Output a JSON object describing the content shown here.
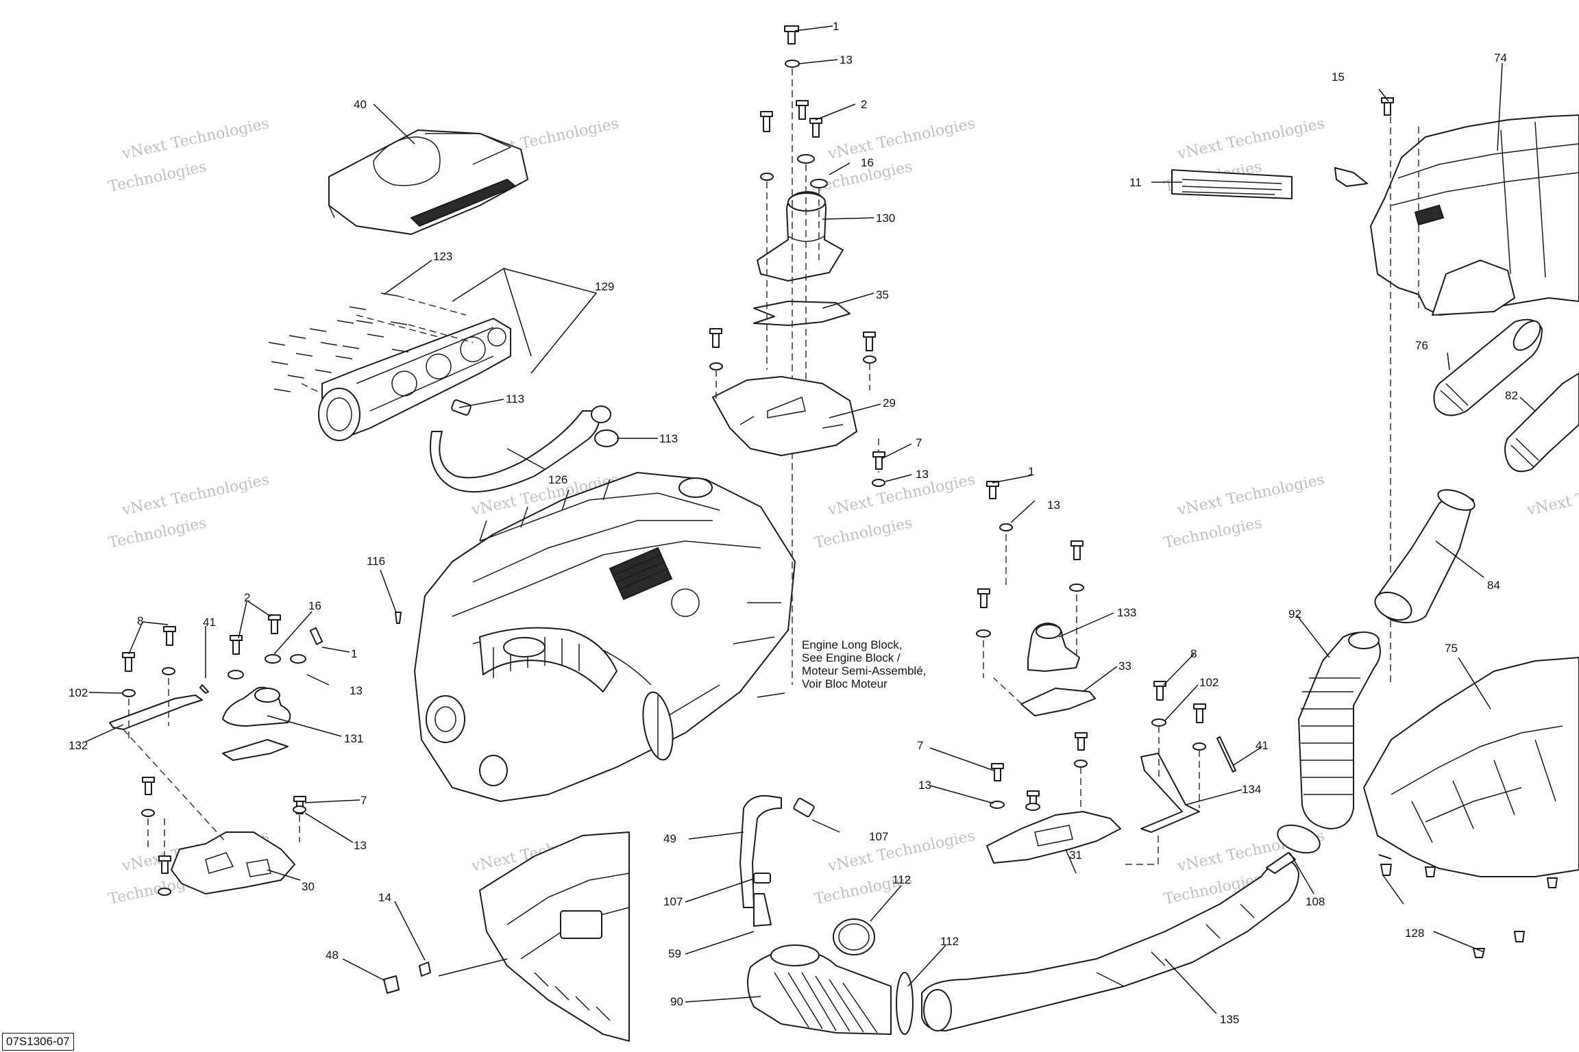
{
  "diagram_code": "07S1306-07",
  "engine_note": [
    "Engine Long Block,",
    "See Engine Block /",
    "Moteur Semi-Assemblé,",
    "Voir Bloc Moteur"
  ],
  "watermark": [
    "vNext Technologies",
    "Technologies"
  ],
  "callouts": {
    "c1": "1",
    "c13": "13",
    "c2": "2",
    "c16": "16",
    "c130": "130",
    "c35": "35",
    "c29": "29",
    "c7": "7",
    "c40": "40",
    "c123": "123",
    "c129": "129",
    "c113": "113",
    "c126": "126",
    "c11": "11",
    "c15": "15",
    "c74": "74",
    "c76": "76",
    "c82": "82",
    "c84": "84",
    "c92": "92",
    "c75": "75",
    "c116": "116",
    "c8": "8",
    "c41": "41",
    "c102": "102",
    "c132": "132",
    "c131": "131",
    "c30": "30",
    "c133": "133",
    "c33": "33",
    "c134": "134",
    "c31": "31",
    "c49": "49",
    "c107": "107",
    "c59": "59",
    "c112": "112",
    "c90": "90",
    "c135": "135",
    "c108": "108",
    "c128": "128",
    "c14": "14",
    "c48": "48"
  }
}
